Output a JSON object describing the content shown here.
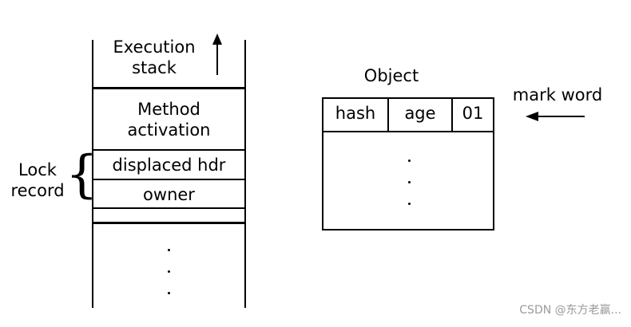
{
  "stack": {
    "header": "Execution\nstack",
    "method_activation": "Method\nactivation",
    "displaced_hdr": "displaced hdr",
    "owner": "owner",
    "ellipsis": [
      ".",
      ".",
      "."
    ]
  },
  "lock_record": {
    "label": "Lock\nrecord",
    "brace": "{"
  },
  "object": {
    "title": "Object",
    "cells": [
      "hash",
      "age",
      "01"
    ],
    "ellipsis": [
      ".",
      ".",
      "."
    ]
  },
  "mark_word": {
    "label": "mark word"
  },
  "watermark": "CSDN @东方老赢..."
}
